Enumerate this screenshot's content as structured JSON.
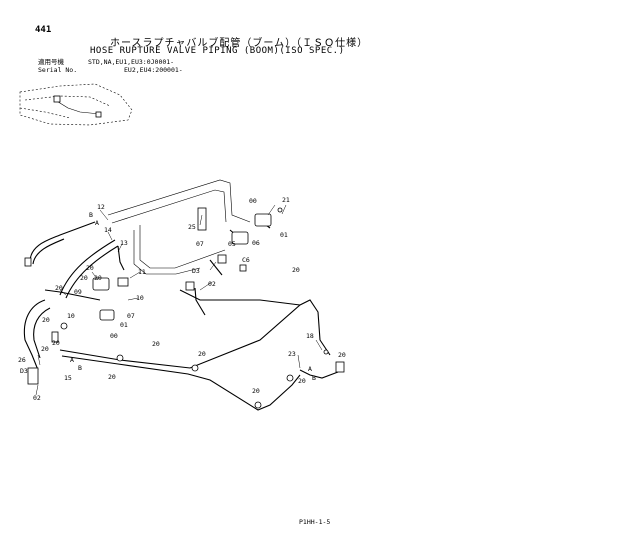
{
  "page_number": "441",
  "title_jp": "ホースラプチャバルブ配管（ブーム）（ＩＳＯ仕様）",
  "title_en": "HOSE RUPTURE VALVE PIPING (BOOM)(ISO SPEC.)",
  "serial": {
    "label_line1": "適用号機",
    "label_line2": "Serial No.",
    "value_line1": "STD,NA,EU1,EU3:0J0001-",
    "value_line2": "EU2,EU4:200001-"
  },
  "footer_code": "P1HH-1-5",
  "callouts": {
    "c1": "12",
    "c2": "B",
    "c3": "A",
    "c4": "14",
    "c5": "13",
    "c6": "20",
    "c7": "11",
    "c8": "20",
    "c9": "20",
    "c10": "10",
    "c11": "20",
    "c12": "09",
    "c13": "07",
    "c14": "01",
    "c15": "00",
    "c16": "10",
    "c17": "20",
    "c18": "D3",
    "c19": "26",
    "c20": "02",
    "c21": "A",
    "c22": "B",
    "c23": "15",
    "c24": "20",
    "c25": "20",
    "c26": "20",
    "c27": "00",
    "c28": "21",
    "c29": "25",
    "c30": "07",
    "c31": "05",
    "c32": "06",
    "c33": "01",
    "c34": "C6",
    "c35": "D3",
    "c36": "02",
    "c37": "20",
    "c38": "18",
    "c39": "23",
    "c40": "20",
    "c41": "A",
    "c42": "B",
    "c43": "20",
    "c44": "20",
    "c45": "20",
    "c46": "20"
  }
}
